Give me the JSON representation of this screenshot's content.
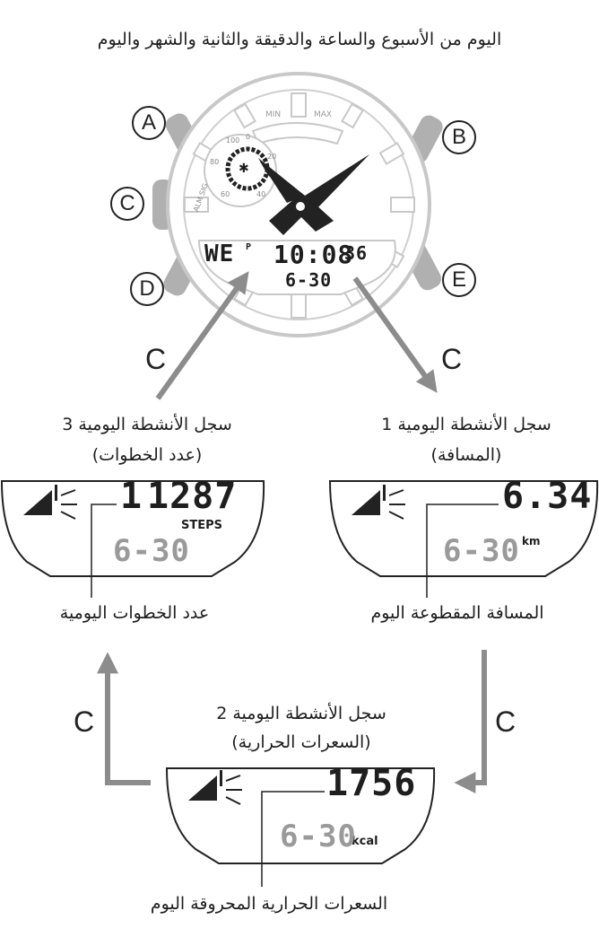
{
  "title": "اليوم من الأسبوع والساعة والدقيقة والثانية والشهر واليوم",
  "colors": {
    "accent_grey": "#9a9a9a",
    "line": "#222222",
    "watch_outline": "#c8c8c8"
  },
  "watch": {
    "buttons": {
      "a": "A",
      "b": "B",
      "c": "C",
      "d": "D",
      "e": "E"
    },
    "dial_min": "MIN",
    "dial_max": "MAX",
    "subdial": {
      "t100": "100",
      "t0": "0",
      "t20": "20",
      "t40": "40",
      "t60": "60",
      "t80": "80"
    },
    "alm_sig": "ALM SIG",
    "display": {
      "day": "WE",
      "pm": "P",
      "time": "10:08",
      "seconds": "36",
      "date": "6-30"
    }
  },
  "transitions": {
    "c1": "C",
    "c2": "C",
    "c3": "C",
    "c4": "C"
  },
  "screens": {
    "distance": {
      "title_line1": "سجل الأنشطة اليومية 1",
      "title_line2": "(المسافة)",
      "value": "6.34",
      "unit": "km",
      "date": "6-30",
      "caption": "المسافة المقطوعة اليوم"
    },
    "calories": {
      "title_line1": "سجل الأنشطة اليومية 2",
      "title_line2": "(السعرات الحرارية)",
      "value": "1756",
      "unit": "kcal",
      "date": "6-30",
      "caption": "السعرات الحرارية المحروقة اليوم"
    },
    "steps": {
      "title_line1": "سجل الأنشطة اليومية 3",
      "title_line2": "(عدد الخطوات)",
      "value_a": "1",
      "value_b": "1287",
      "unit": "STEPS",
      "date": "6-30",
      "caption": "عدد الخطوات اليومية"
    }
  }
}
